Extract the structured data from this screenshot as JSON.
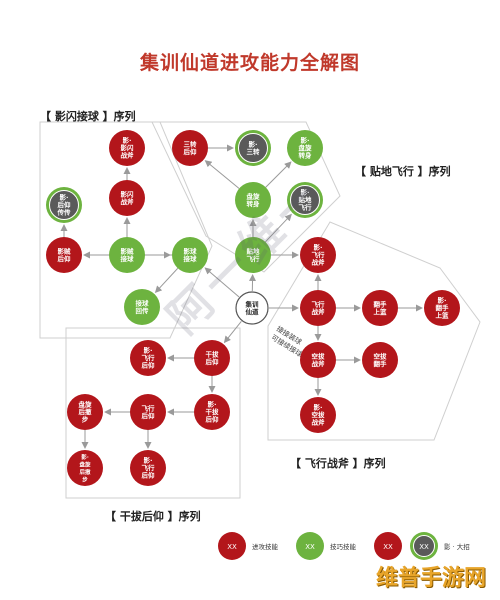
{
  "title": "集训仙道进攻能力全解图",
  "sections": {
    "phantom": "【 影闪接球 】序列",
    "ground": "【 贴地飞行 】序列",
    "axe": "【 飞行战斧 】序列",
    "pull": "【 干拔后仰 】序列"
  },
  "colors": {
    "offense": "#b3161b",
    "skill": "#6db33f",
    "shadow_ring": "#6db33f",
    "edge": "#9a9a9a",
    "border": "#cfcfcf"
  },
  "nodes": [
    {
      "id": "center",
      "type": "center",
      "lines": [
        "集训",
        "仙道"
      ]
    },
    {
      "id": "phantom_axe_shadow",
      "type": "offense",
      "lines": [
        "影·",
        "影闪",
        "战斧"
      ]
    },
    {
      "id": "phantom_axe",
      "type": "offense",
      "lines": [
        "影闪",
        "战斧"
      ]
    },
    {
      "id": "shadow_fadeaway",
      "type": "skill-shadow",
      "lines": [
        "影·",
        "后仰",
        "传传"
      ]
    },
    {
      "id": "fadeaway",
      "type": "offense",
      "lines": [
        "影贼",
        "后仰"
      ]
    },
    {
      "id": "phantom_ball",
      "type": "skill",
      "lines": [
        "影贼",
        "接球"
      ]
    },
    {
      "id": "catch_ball",
      "type": "skill",
      "lines": [
        "影球",
        "接球"
      ]
    },
    {
      "id": "catch_pass",
      "type": "skill",
      "lines": [
        "接球",
        "回传"
      ]
    },
    {
      "id": "three_fade",
      "type": "offense",
      "lines": [
        "三转",
        "后仰"
      ]
    },
    {
      "id": "shadow_three",
      "type": "skill-shadow",
      "lines": [
        "影·",
        "三转"
      ]
    },
    {
      "id": "shadow_spin",
      "type": "skill",
      "lines": [
        "影·",
        "盘旋",
        "转身"
      ]
    },
    {
      "id": "spin",
      "type": "skill",
      "lines": [
        "盘旋",
        "转身"
      ]
    },
    {
      "id": "shadow_ground",
      "type": "skill-shadow",
      "lines": [
        "影·",
        "贴地",
        "飞行"
      ]
    },
    {
      "id": "ground_fly",
      "type": "skill",
      "lines": [
        "贴地",
        "飞行"
      ]
    },
    {
      "id": "shadow_fly_axe",
      "type": "offense",
      "lines": [
        "影·",
        "飞行",
        "战斧"
      ]
    },
    {
      "id": "fly_axe",
      "type": "offense",
      "lines": [
        "飞行",
        "战斧"
      ]
    },
    {
      "id": "flip_dunk",
      "type": "offense",
      "lines": [
        "翻手",
        "上篮"
      ]
    },
    {
      "id": "shadow_flip",
      "type": "offense",
      "lines": [
        "影·",
        "翻手",
        "上篮"
      ]
    },
    {
      "id": "air_axe",
      "type": "offense",
      "lines": [
        "空拔",
        "战斧"
      ]
    },
    {
      "id": "air_flip",
      "type": "offense",
      "lines": [
        "空拔",
        "翻手"
      ]
    },
    {
      "id": "shadow_air",
      "type": "offense",
      "lines": [
        "影·",
        "空拔",
        "战斧"
      ]
    },
    {
      "id": "pull_fade",
      "type": "offense",
      "lines": [
        "干拔",
        "后仰"
      ]
    },
    {
      "id": "shadow_pull",
      "type": "offense",
      "lines": [
        "影·",
        "干拔",
        "后仰"
      ]
    },
    {
      "id": "shadow_float_fade",
      "type": "offense",
      "lines": [
        "影·",
        "飞行",
        "后仰"
      ]
    },
    {
      "id": "fly_fade",
      "type": "offense",
      "lines": [
        "飞行",
        "后仰"
      ]
    },
    {
      "id": "spin_step",
      "type": "offense",
      "lines": [
        "盘旋",
        "后撤",
        "步"
      ]
    },
    {
      "id": "shadow_spin_step",
      "type": "offense",
      "lines": [
        "影·",
        "盘旋",
        "后撤",
        "步"
      ]
    },
    {
      "id": "shadow_fly_fade2",
      "type": "offense",
      "lines": [
        "影·",
        "飞行",
        "后仰"
      ]
    }
  ],
  "edges": [
    [
      "phantom_ball",
      "phantom_axe"
    ],
    [
      "phantom_axe",
      "phantom_axe_shadow"
    ],
    [
      "phantom_ball",
      "catch_ball"
    ],
    [
      "catch_ball",
      "fadeaway"
    ],
    [
      "fadeaway",
      "shadow_fadeaway"
    ],
    [
      "center",
      "catch_ball"
    ],
    [
      "catch_ball",
      "catch_pass"
    ],
    [
      "center",
      "ground_fly"
    ],
    [
      "ground_fly",
      "spin"
    ],
    [
      "spin",
      "three_fade"
    ],
    [
      "spin",
      "shadow_spin"
    ],
    [
      "three_fade",
      "shadow_three"
    ],
    [
      "ground_fly",
      "shadow_ground"
    ],
    [
      "ground_fly",
      "shadow_fly_axe"
    ],
    [
      "center",
      "fly_axe"
    ],
    [
      "fly_axe",
      "shadow_fly_axe"
    ],
    [
      "fly_axe",
      "flip_dunk"
    ],
    [
      "flip_dunk",
      "shadow_flip"
    ],
    [
      "fly_axe",
      "air_axe"
    ],
    [
      "air_axe",
      "air_flip"
    ],
    [
      "air_axe",
      "shadow_air"
    ],
    [
      "center",
      "pull_fade"
    ],
    [
      "pull_fade",
      "shadow_float_fade"
    ],
    [
      "pull_fade",
      "shadow_pull"
    ],
    [
      "shadow_pull",
      "fly_fade"
    ],
    [
      "fly_fade",
      "spin_step"
    ],
    [
      "fly_fade",
      "shadow_fly_fade2"
    ],
    [
      "spin_step",
      "shadow_spin_step"
    ]
  ],
  "edge_note": [
    "接接装球",
    "可接续接球"
  ],
  "legend": [
    {
      "type": "offense",
      "node_text": "XX",
      "label": "进攻技能"
    },
    {
      "type": "skill",
      "node_text": "XX",
      "label": "技巧技能"
    },
    {
      "type": "shadow",
      "node_text": "XX",
      "label": "影 · 大招"
    }
  ],
  "watermark_diagonal": "阿一维一",
  "watermark_site": "维普手游网"
}
